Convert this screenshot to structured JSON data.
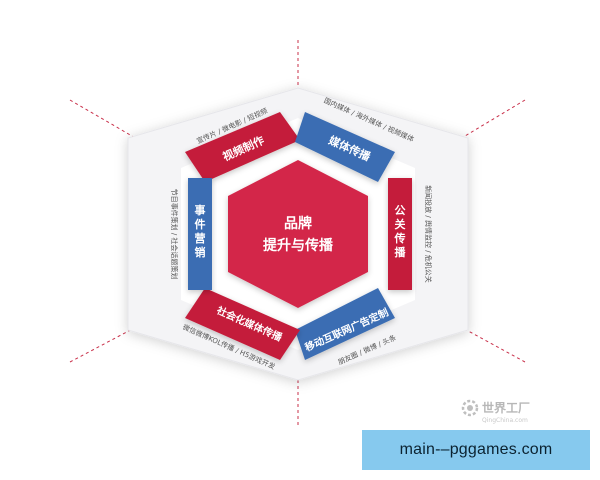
{
  "center": {
    "line1": "品牌",
    "line2": "提升与传播"
  },
  "segments": {
    "video": {
      "label": "视频制作",
      "desc": "宣传片 / 微电影 / 短视频"
    },
    "media": {
      "label": "媒体传播",
      "desc": "国内媒体 / 海外媒体 / 视频媒体"
    },
    "pr": {
      "label": "公关传播",
      "desc": "新闻投放 / 舆情监控 / 危机公关"
    },
    "mobile": {
      "label": "移动互联网广告定制",
      "desc": "朋友圈 / 微博 / 头条"
    },
    "social": {
      "label": "社会化媒体传播",
      "desc": "微信微博KOL传播 / H5游戏开发"
    },
    "event": {
      "label": "事件营销",
      "desc": "节目事件策划 / 社会话题策划"
    }
  },
  "watermark": {
    "brand": "世界工厂",
    "sub": "QingChina.com"
  },
  "banner": {
    "text": "main-–pggames.com"
  },
  "colors": {
    "red": "#c41e3a",
    "blue": "#3b6db3",
    "center_red": "#d3274a",
    "hex_bg": "#f3f3f5",
    "dash": "#c9304a",
    "banner_bg": "#86c9ee"
  }
}
